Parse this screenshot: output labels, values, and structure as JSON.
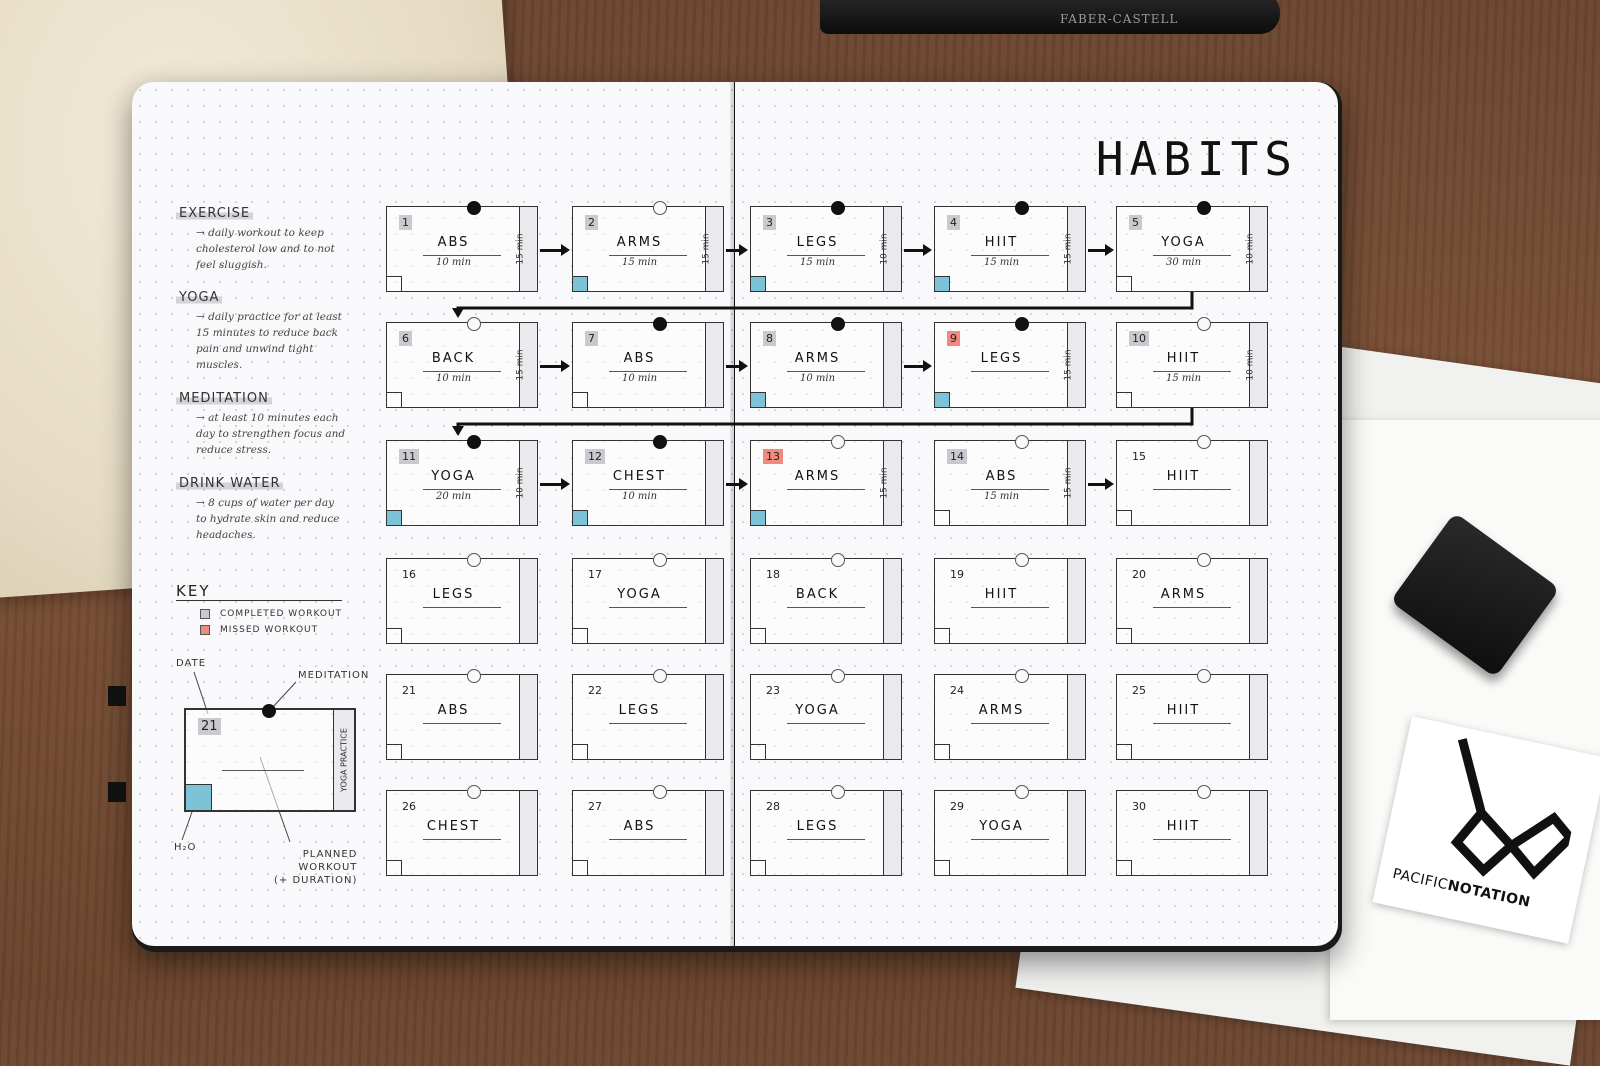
{
  "scene": {
    "pen_brand": "FABER-CASTELL",
    "card_brand_a": "PACIFIC",
    "card_brand_b": "NOTATION"
  },
  "title": "HABITS",
  "legend": [
    {
      "title": "EXERCISE",
      "desc": "→ daily workout to keep cholesterol low and to not feel sluggish."
    },
    {
      "title": "YOGA",
      "desc": "→ daily practice for at least 15 minutes to reduce back pain and unwind tight muscles."
    },
    {
      "title": "MEDITATION",
      "desc": "→ at least 10 minutes each day to strengthen focus and reduce stress."
    },
    {
      "title": "DRINK WATER",
      "desc": "→ 8 cups of water per day to hydrate skin and reduce headaches."
    }
  ],
  "key": {
    "title": "KEY",
    "completed": "COMPLETED WORKOUT",
    "missed": "MISSED WORKOUT",
    "completed_color": "#c9c9cf",
    "missed_color": "#f08a7e"
  },
  "diagram": {
    "date_label": "DATE",
    "meditation_label": "MEDITATION",
    "yoga_label": "YOGA PRACTICE",
    "h2o_label": "H₂O",
    "planned_label_1": "PLANNED",
    "planned_label_2": "WORKOUT",
    "planned_label_3": "(+ DURATION)",
    "example_day": "21"
  },
  "days": [
    {
      "day": "1",
      "workout": "ABS",
      "mins": "10 min",
      "yoga": "15 min",
      "status": "done",
      "med": true,
      "h2o": false
    },
    {
      "day": "2",
      "workout": "ARMS",
      "mins": "15 min",
      "yoga": "15 min",
      "status": "done",
      "med": false,
      "h2o": true
    },
    {
      "day": "3",
      "workout": "LEGS",
      "mins": "15 min",
      "yoga": "10 min",
      "status": "done",
      "med": true,
      "h2o": true
    },
    {
      "day": "4",
      "workout": "HIIT",
      "mins": "15 min",
      "yoga": "15 min",
      "status": "done",
      "med": true,
      "h2o": true
    },
    {
      "day": "5",
      "workout": "YOGA",
      "mins": "30 min",
      "yoga": "10 min",
      "status": "done",
      "med": true,
      "h2o": false
    },
    {
      "day": "6",
      "workout": "BACK",
      "mins": "10 min",
      "yoga": "15 min",
      "status": "done",
      "med": false,
      "h2o": false
    },
    {
      "day": "7",
      "workout": "ABS",
      "mins": "10 min",
      "yoga": "",
      "status": "done",
      "med": true,
      "h2o": false
    },
    {
      "day": "8",
      "workout": "ARMS",
      "mins": "10 min",
      "yoga": "",
      "status": "done",
      "med": true,
      "h2o": true
    },
    {
      "day": "9",
      "workout": "LEGS",
      "mins": "",
      "yoga": "15 min",
      "status": "missed",
      "med": true,
      "h2o": true
    },
    {
      "day": "10",
      "workout": "HIIT",
      "mins": "15 min",
      "yoga": "10 min",
      "status": "done",
      "med": false,
      "h2o": false
    },
    {
      "day": "11",
      "workout": "YOGA",
      "mins": "20 min",
      "yoga": "10 min",
      "status": "done",
      "med": true,
      "h2o": true
    },
    {
      "day": "12",
      "workout": "CHEST",
      "mins": "10 min",
      "yoga": "",
      "status": "done",
      "med": true,
      "h2o": true
    },
    {
      "day": "13",
      "workout": "ARMS",
      "mins": "",
      "yoga": "15 min",
      "status": "missed",
      "med": false,
      "h2o": true
    },
    {
      "day": "14",
      "workout": "ABS",
      "mins": "15 min",
      "yoga": "15 min",
      "status": "done",
      "med": false,
      "h2o": false
    },
    {
      "day": "15",
      "workout": "HIIT",
      "mins": "",
      "yoga": "",
      "status": "none",
      "med": false,
      "h2o": false
    },
    {
      "day": "16",
      "workout": "LEGS",
      "mins": "",
      "yoga": "",
      "status": "none",
      "med": false,
      "h2o": false
    },
    {
      "day": "17",
      "workout": "YOGA",
      "mins": "",
      "yoga": "",
      "status": "none",
      "med": false,
      "h2o": false
    },
    {
      "day": "18",
      "workout": "BACK",
      "mins": "",
      "yoga": "",
      "status": "none",
      "med": false,
      "h2o": false
    },
    {
      "day": "19",
      "workout": "HIIT",
      "mins": "",
      "yoga": "",
      "status": "none",
      "med": false,
      "h2o": false
    },
    {
      "day": "20",
      "workout": "ARMS",
      "mins": "",
      "yoga": "",
      "status": "none",
      "med": false,
      "h2o": false
    },
    {
      "day": "21",
      "workout": "ABS",
      "mins": "",
      "yoga": "",
      "status": "none",
      "med": false,
      "h2o": false
    },
    {
      "day": "22",
      "workout": "LEGS",
      "mins": "",
      "yoga": "",
      "status": "none",
      "med": false,
      "h2o": false
    },
    {
      "day": "23",
      "workout": "YOGA",
      "mins": "",
      "yoga": "",
      "status": "none",
      "med": false,
      "h2o": false
    },
    {
      "day": "24",
      "workout": "ARMS",
      "mins": "",
      "yoga": "",
      "status": "none",
      "med": false,
      "h2o": false
    },
    {
      "day": "25",
      "workout": "HIIT",
      "mins": "",
      "yoga": "",
      "status": "none",
      "med": false,
      "h2o": false
    },
    {
      "day": "26",
      "workout": "CHEST",
      "mins": "",
      "yoga": "",
      "status": "none",
      "med": false,
      "h2o": false
    },
    {
      "day": "27",
      "workout": "ABS",
      "mins": "",
      "yoga": "",
      "status": "none",
      "med": false,
      "h2o": false
    },
    {
      "day": "28",
      "workout": "LEGS",
      "mins": "",
      "yoga": "",
      "status": "none",
      "med": false,
      "h2o": false
    },
    {
      "day": "29",
      "workout": "YOGA",
      "mins": "",
      "yoga": "",
      "status": "none",
      "med": false,
      "h2o": false
    },
    {
      "day": "30",
      "workout": "HIIT",
      "mins": "",
      "yoga": "",
      "status": "none",
      "med": false,
      "h2o": false
    }
  ]
}
